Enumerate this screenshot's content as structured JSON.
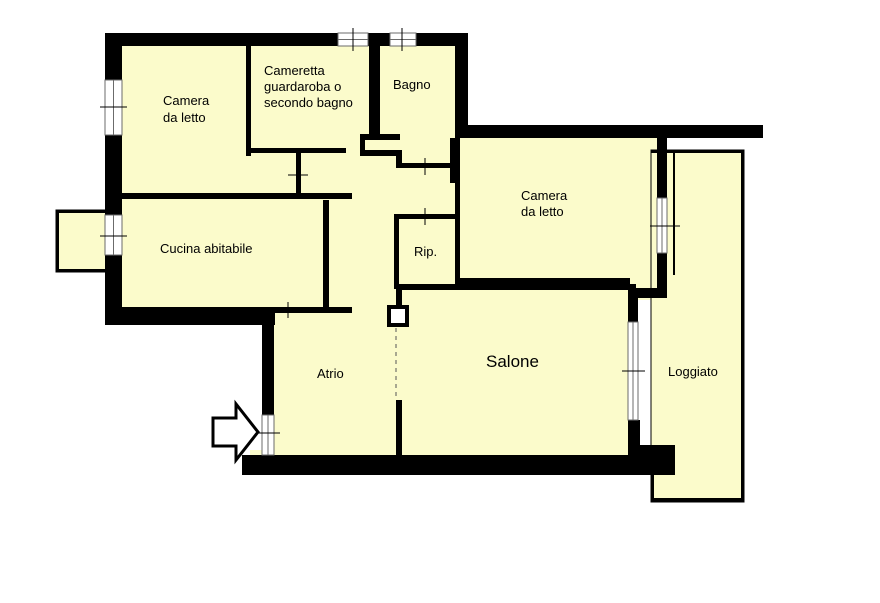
{
  "rooms": {
    "camera1": {
      "line1": "Camera",
      "line2": "da letto"
    },
    "cameretta": {
      "line1": "Cameretta",
      "line2": "guardaroba o",
      "line3": "secondo bagno"
    },
    "bagno": {
      "label": "Bagno"
    },
    "camera2": {
      "line1": "Camera",
      "line2": "da letto"
    },
    "cucina": {
      "label": "Cucina abitabile"
    },
    "ripostiglio": {
      "label": "Rip."
    },
    "salone": {
      "label": "Salone"
    },
    "atrio": {
      "label": "Atrio"
    },
    "loggiato": {
      "label": "Loggiato"
    }
  },
  "icons": {
    "entrance": "entrance-arrow-icon"
  },
  "colors": {
    "room_fill": "#fbfbcb",
    "wall": "#000000",
    "background": "#ffffff"
  }
}
